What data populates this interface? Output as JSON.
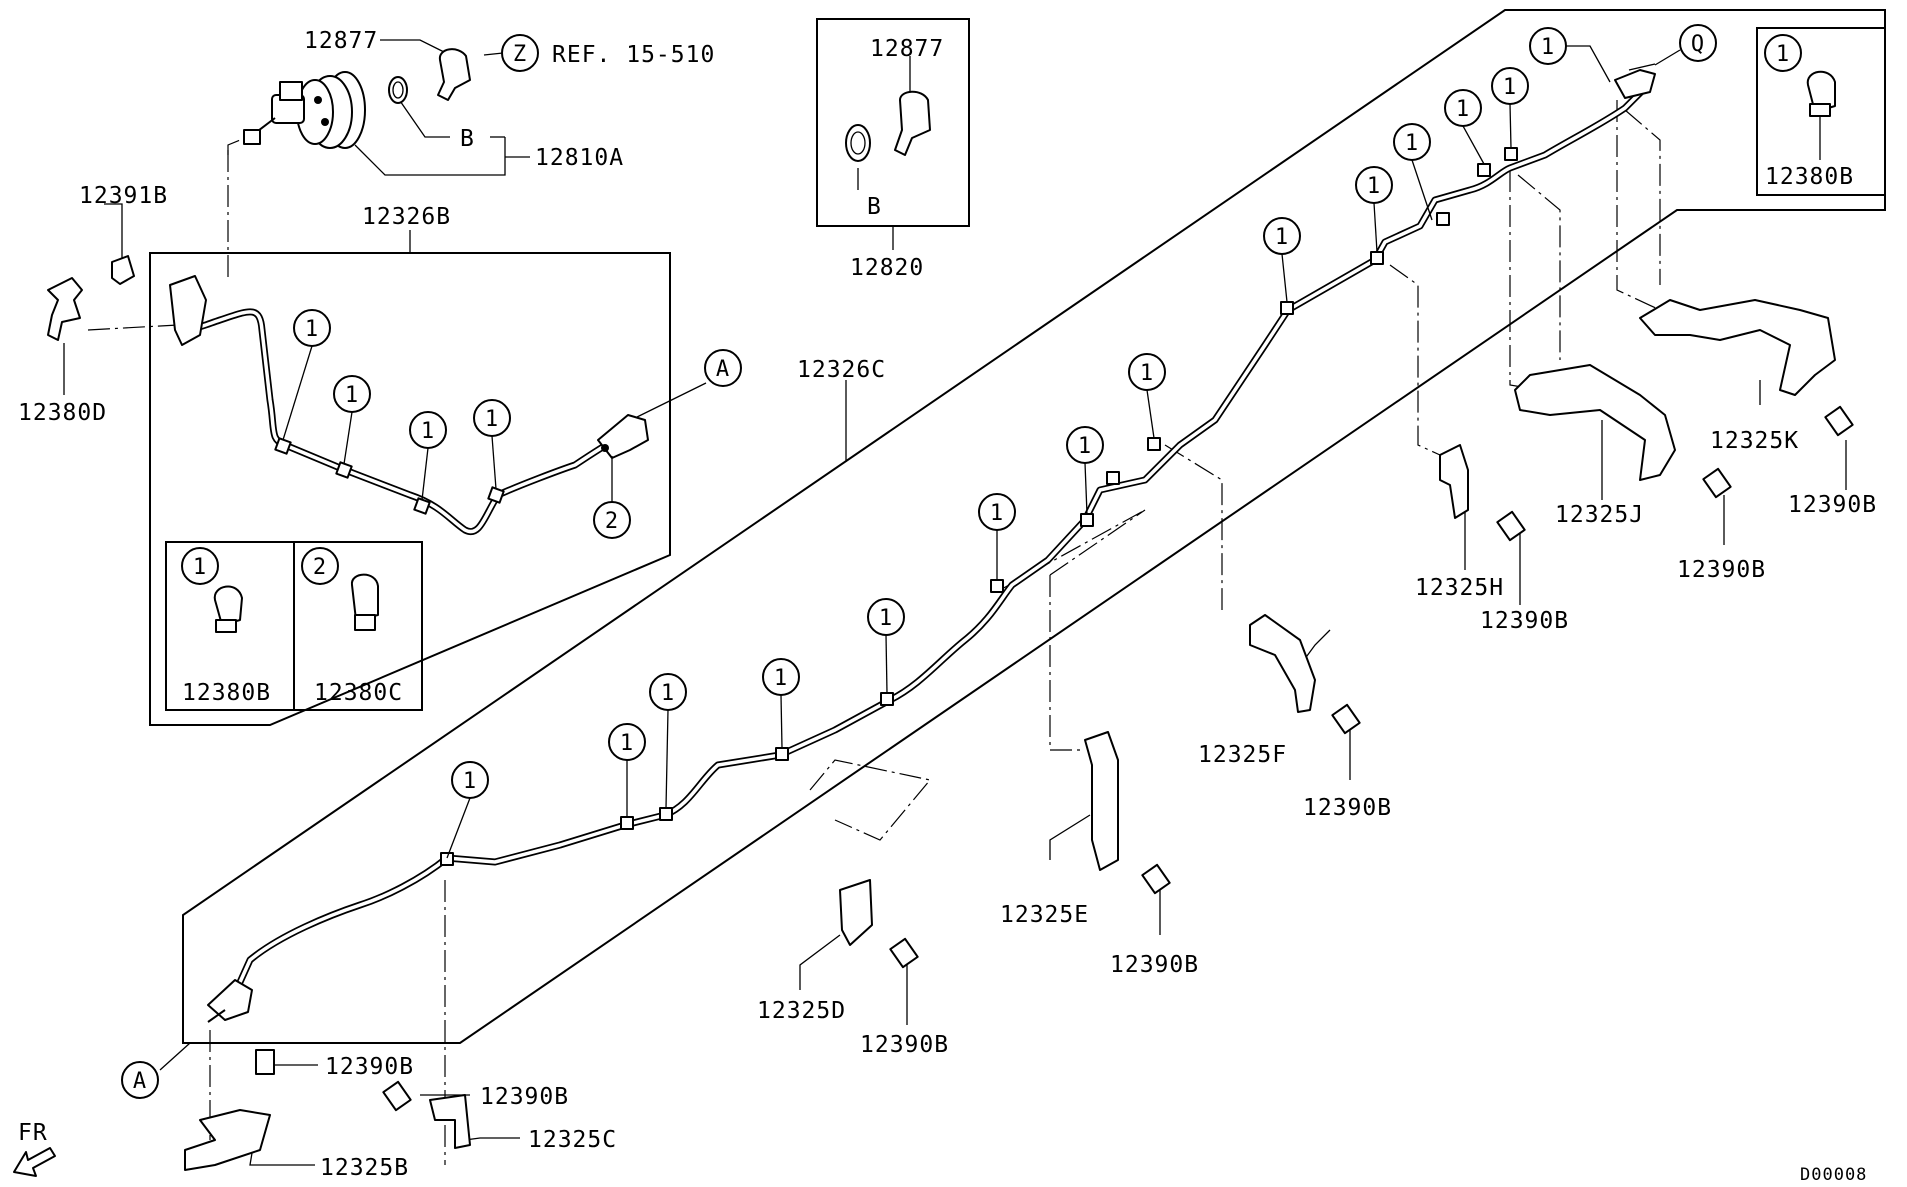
{
  "labels": {
    "p12877_top": "12877",
    "ref_15_510": "REF. 15-510",
    "letter_b_top": "B",
    "p12810A": "12810A",
    "p12391B": "12391B",
    "p12326B": "12326B",
    "p12380D": "12380D",
    "p12877_box": "12877",
    "letter_b_box": "B",
    "p12820": "12820",
    "p12326C": "12326C",
    "p12380B_inset1": "12380B",
    "p12380C_inset2": "12380C",
    "p12380B_topright": "12380B",
    "p12325K": "12325K",
    "p12390B_k": "12390B",
    "p12325J": "12325J",
    "p12390B_j": "12390B",
    "p12325H": "12325H",
    "p12390B_h": "12390B",
    "p12325F": "12325F",
    "p12390B_f": "12390B",
    "p12325E": "12325E",
    "p12390B_e": "12390B",
    "p12325D": "12325D",
    "p12390B_d": "12390B",
    "p12390B_b": "12390B",
    "p12390B_c": "12390B",
    "p12325B": "12325B",
    "p12325C": "12325C",
    "fr": "FR",
    "code": "D00008"
  },
  "circles": {
    "z": "Z",
    "q": "Q",
    "a_upper": "A",
    "a_lower": "A",
    "one": "1",
    "two": "2"
  }
}
